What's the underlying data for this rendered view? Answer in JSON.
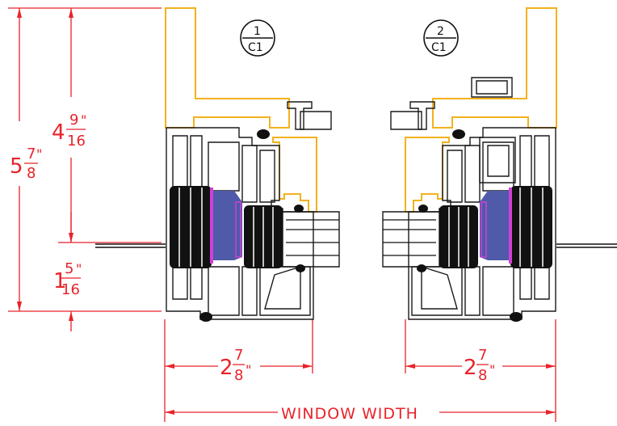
{
  "callouts": [
    {
      "num": "1",
      "sheet": "C1"
    },
    {
      "num": "2",
      "sheet": "C1"
    }
  ],
  "dims": {
    "overall": {
      "whole": "5",
      "num": "7",
      "den": "8",
      "unit": "\""
    },
    "upper": {
      "whole": "4",
      "num": "9",
      "den": "16",
      "unit": "\""
    },
    "lower": {
      "whole": "1",
      "num": "5",
      "den": "16",
      "unit": "\""
    },
    "left_depth": {
      "whole": "2",
      "num": "7",
      "den": "8",
      "unit": "\""
    },
    "right_depth": {
      "whole": "2",
      "num": "7",
      "den": "8",
      "unit": "\""
    },
    "window_width": "WINDOW WIDTH"
  },
  "colors": {
    "dimension": "#e8232a",
    "trim": "#f2b21e",
    "profile": "#1a1a1a",
    "glazing_spacer": "#4f5aa8",
    "seal": "#d13fd6"
  }
}
